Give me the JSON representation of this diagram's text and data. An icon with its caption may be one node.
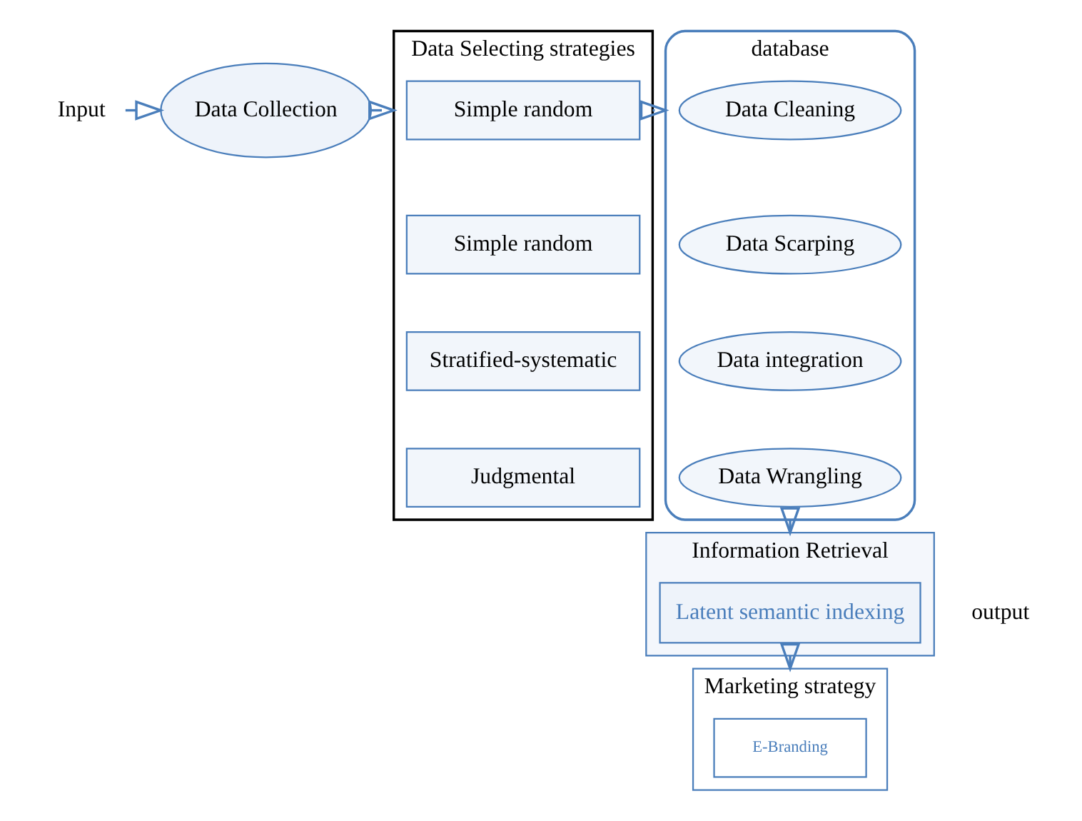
{
  "diagram": {
    "nodes": [
      {
        "text": [
          "Input"
        ]
      },
      {
        "text": [
          "Data Collection"
        ]
      },
      {
        "text": [
          "Data Selecting strategies"
        ]
      },
      {
        "text": [
          "Simple random"
        ],
        "in": 2
      },
      {
        "text": [
          "Simple random"
        ],
        "in": 2
      },
      {
        "text": [
          "Stratified-systematic"
        ],
        "in": 2
      },
      {
        "text": [
          "Judgmental"
        ],
        "in": 2
      },
      {
        "text": [
          "database"
        ]
      },
      {
        "text": [
          "Data Cleaning"
        ],
        "in": 7
      },
      {
        "text": [
          "Data Scarping"
        ],
        "in": 7
      },
      {
        "text": [
          "Data integration"
        ],
        "in": 7
      },
      {
        "text": [
          "Data Wrangling"
        ],
        "in": 7
      },
      {
        "text": [
          "Information Retrieval"
        ],
        "beside": [
          "output"
        ]
      },
      {
        "text": [
          "Latent semantic indexing"
        ],
        "in": 12
      },
      {
        "text": [
          "Marketing strategy"
        ]
      },
      {
        "text": [
          "E-Branding"
        ],
        "in": 14
      }
    ],
    "edges": [
      {
        "from": 0,
        "to": 1,
        "arrow": "to"
      },
      {
        "from": 1,
        "to": 2,
        "arrow": "to"
      },
      {
        "from": 2,
        "to": 7,
        "arrow": "to"
      },
      {
        "from": 7,
        "to": 12,
        "arrow": "to"
      },
      {
        "from": 12,
        "to": 14,
        "arrow": "to"
      }
    ]
  }
}
